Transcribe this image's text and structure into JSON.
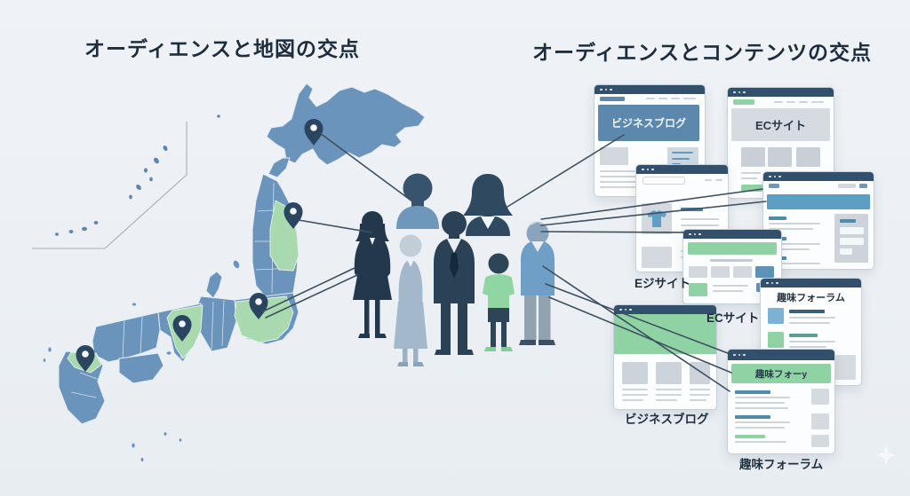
{
  "titles": {
    "left": "オーディエンスと地図の交点",
    "right": "オーディエンスとコンテンツの交点"
  },
  "map": {
    "pin_regions": [
      "hokkaido",
      "tohoku",
      "kanto",
      "kansai",
      "kyushu"
    ],
    "colors": {
      "land": "#6b94bc",
      "highlight": "#a9d9ae",
      "pin": "#2a4560",
      "inset_border": "#a6aeb6"
    }
  },
  "people": [
    "man-bust",
    "woman-bust",
    "businesswoman",
    "elderly-woman",
    "businessman",
    "boy",
    "elderly-man"
  ],
  "windows": {
    "blog_top": {
      "title": "ビジネスブログ"
    },
    "ec_top": {
      "title": "ECサイト"
    },
    "tshirt_site": {
      "label": "Eジサイト"
    },
    "forum_top": {
      "title": "趣味フォーラム"
    },
    "ec_mid": {
      "label": "ECサイト"
    },
    "blog_bottom": {
      "label": "ビジネスブログ"
    },
    "forum_bottom": {
      "header": "趣味フォーy",
      "label": "趣味フォーラム"
    }
  },
  "colors": {
    "accent_blue": "#5d88ad",
    "accent_teal": "#5b9fc4",
    "accent_green": "#8fd3a4",
    "chrome": "#32506b",
    "text_dark": "#1e2d3d",
    "line": "#3e5061"
  }
}
